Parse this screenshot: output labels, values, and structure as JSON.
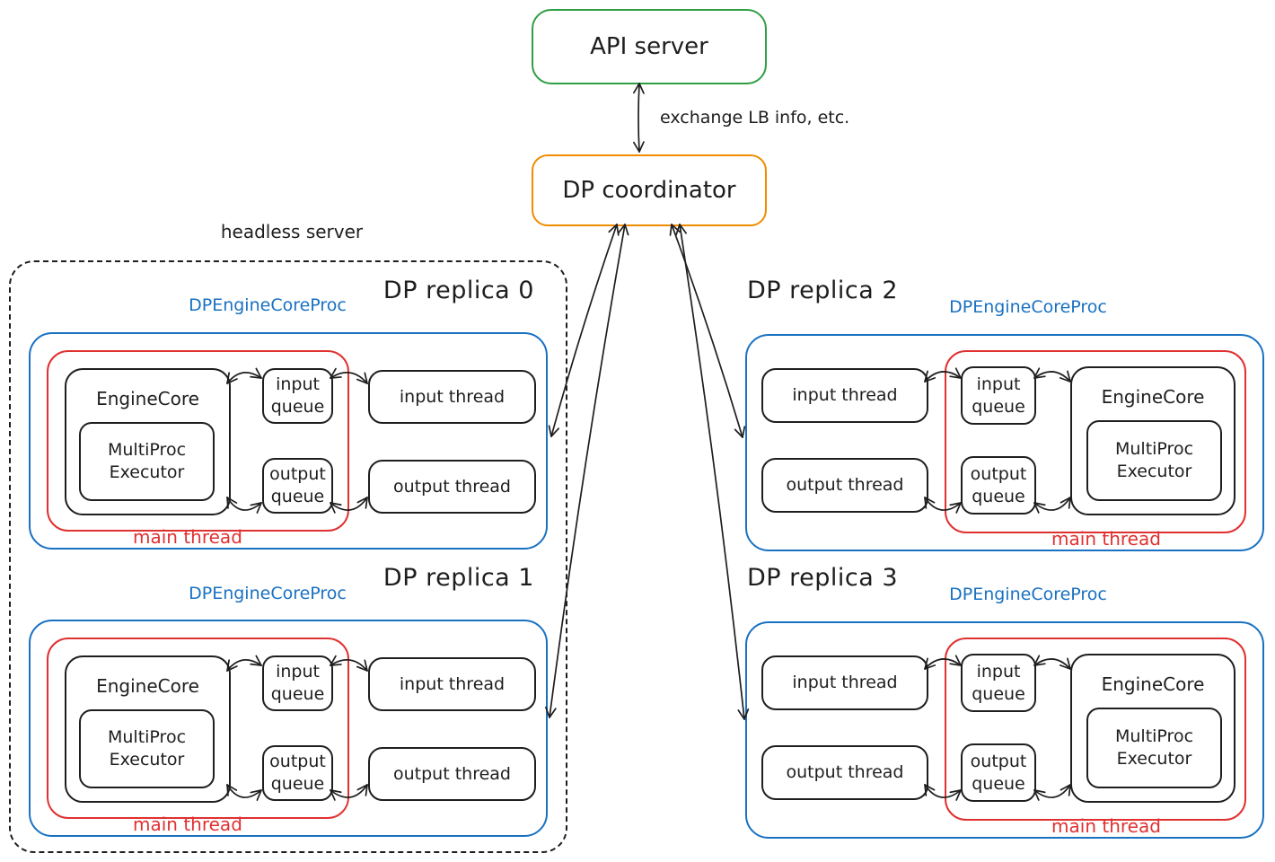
{
  "api_server": {
    "label": "API server"
  },
  "dp_coordinator": {
    "label": "DP coordinator"
  },
  "connection_label": "exchange LB info, etc.",
  "headless_server_label": "headless server",
  "replicas": [
    {
      "title": "DP replica 0",
      "proc_label": "DPEngineCoreProc",
      "engine_core": "EngineCore",
      "executor": "MultiProc\nExecutor",
      "input_queue": "input\nqueue",
      "output_queue": "output\nqueue",
      "input_thread": "input thread",
      "output_thread": "output thread",
      "main_thread": "main thread"
    },
    {
      "title": "DP replica 1",
      "proc_label": "DPEngineCoreProc",
      "engine_core": "EngineCore",
      "executor": "MultiProc\nExecutor",
      "input_queue": "input\nqueue",
      "output_queue": "output\nqueue",
      "input_thread": "input thread",
      "output_thread": "output thread",
      "main_thread": "main thread"
    },
    {
      "title": "DP replica 2",
      "proc_label": "DPEngineCoreProc",
      "engine_core": "EngineCore",
      "executor": "MultiProc\nExecutor",
      "input_queue": "input\nqueue",
      "output_queue": "output\nqueue",
      "input_thread": "input thread",
      "output_thread": "output thread",
      "main_thread": "main thread"
    },
    {
      "title": "DP replica 3",
      "proc_label": "DPEngineCoreProc",
      "engine_core": "EngineCore",
      "executor": "MultiProc\nExecutor",
      "input_queue": "input\nqueue",
      "output_queue": "output\nqueue",
      "input_thread": "input thread",
      "output_thread": "output thread",
      "main_thread": "main thread"
    }
  ],
  "colors": {
    "green": "#2f9e44",
    "orange": "#f08c00",
    "blue": "#1971c2",
    "red": "#e03131",
    "ink": "#1e1e1e"
  }
}
